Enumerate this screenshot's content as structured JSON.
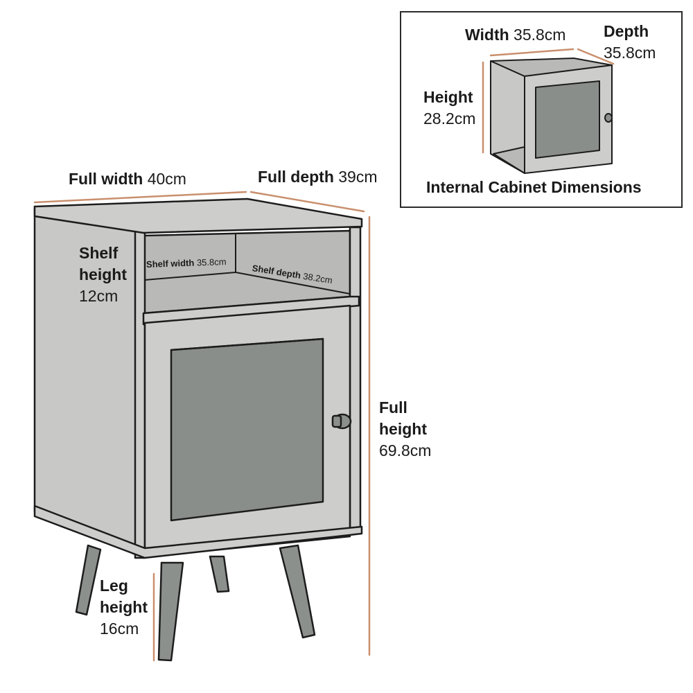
{
  "colors": {
    "outline": "#1c1c1c",
    "body_fill": "#c8c9c6",
    "panel_fill": "#cdcecb",
    "shelf_back": "#b9bab7",
    "glass_fill": "#8a8e8b",
    "leg_fill": "#8c908d",
    "dimension_line": "#c98f6d"
  },
  "main": {
    "full_width": {
      "label": "Full width",
      "value": "40cm"
    },
    "full_depth": {
      "label": "Full depth",
      "value": "39cm"
    },
    "shelf_height": {
      "label_line1": "Shelf",
      "label_line2": "height",
      "value": "12cm"
    },
    "shelf_width": {
      "label": "Shelf width",
      "value": "35.8cm"
    },
    "shelf_depth": {
      "label": "Shelf depth",
      "value": "38.2cm"
    },
    "full_height": {
      "label_line1": "Full",
      "label_line2": "height",
      "value": "69.8cm"
    },
    "leg_height": {
      "label_line1": "Leg",
      "label_line2": "height",
      "value": "16cm"
    }
  },
  "inset": {
    "title": "Internal Cabinet Dimensions",
    "width": {
      "label": "Width",
      "value": "35.8cm"
    },
    "depth": {
      "label": "Depth",
      "value": "35.8cm"
    },
    "height": {
      "label": "Height",
      "value": "28.2cm"
    }
  }
}
